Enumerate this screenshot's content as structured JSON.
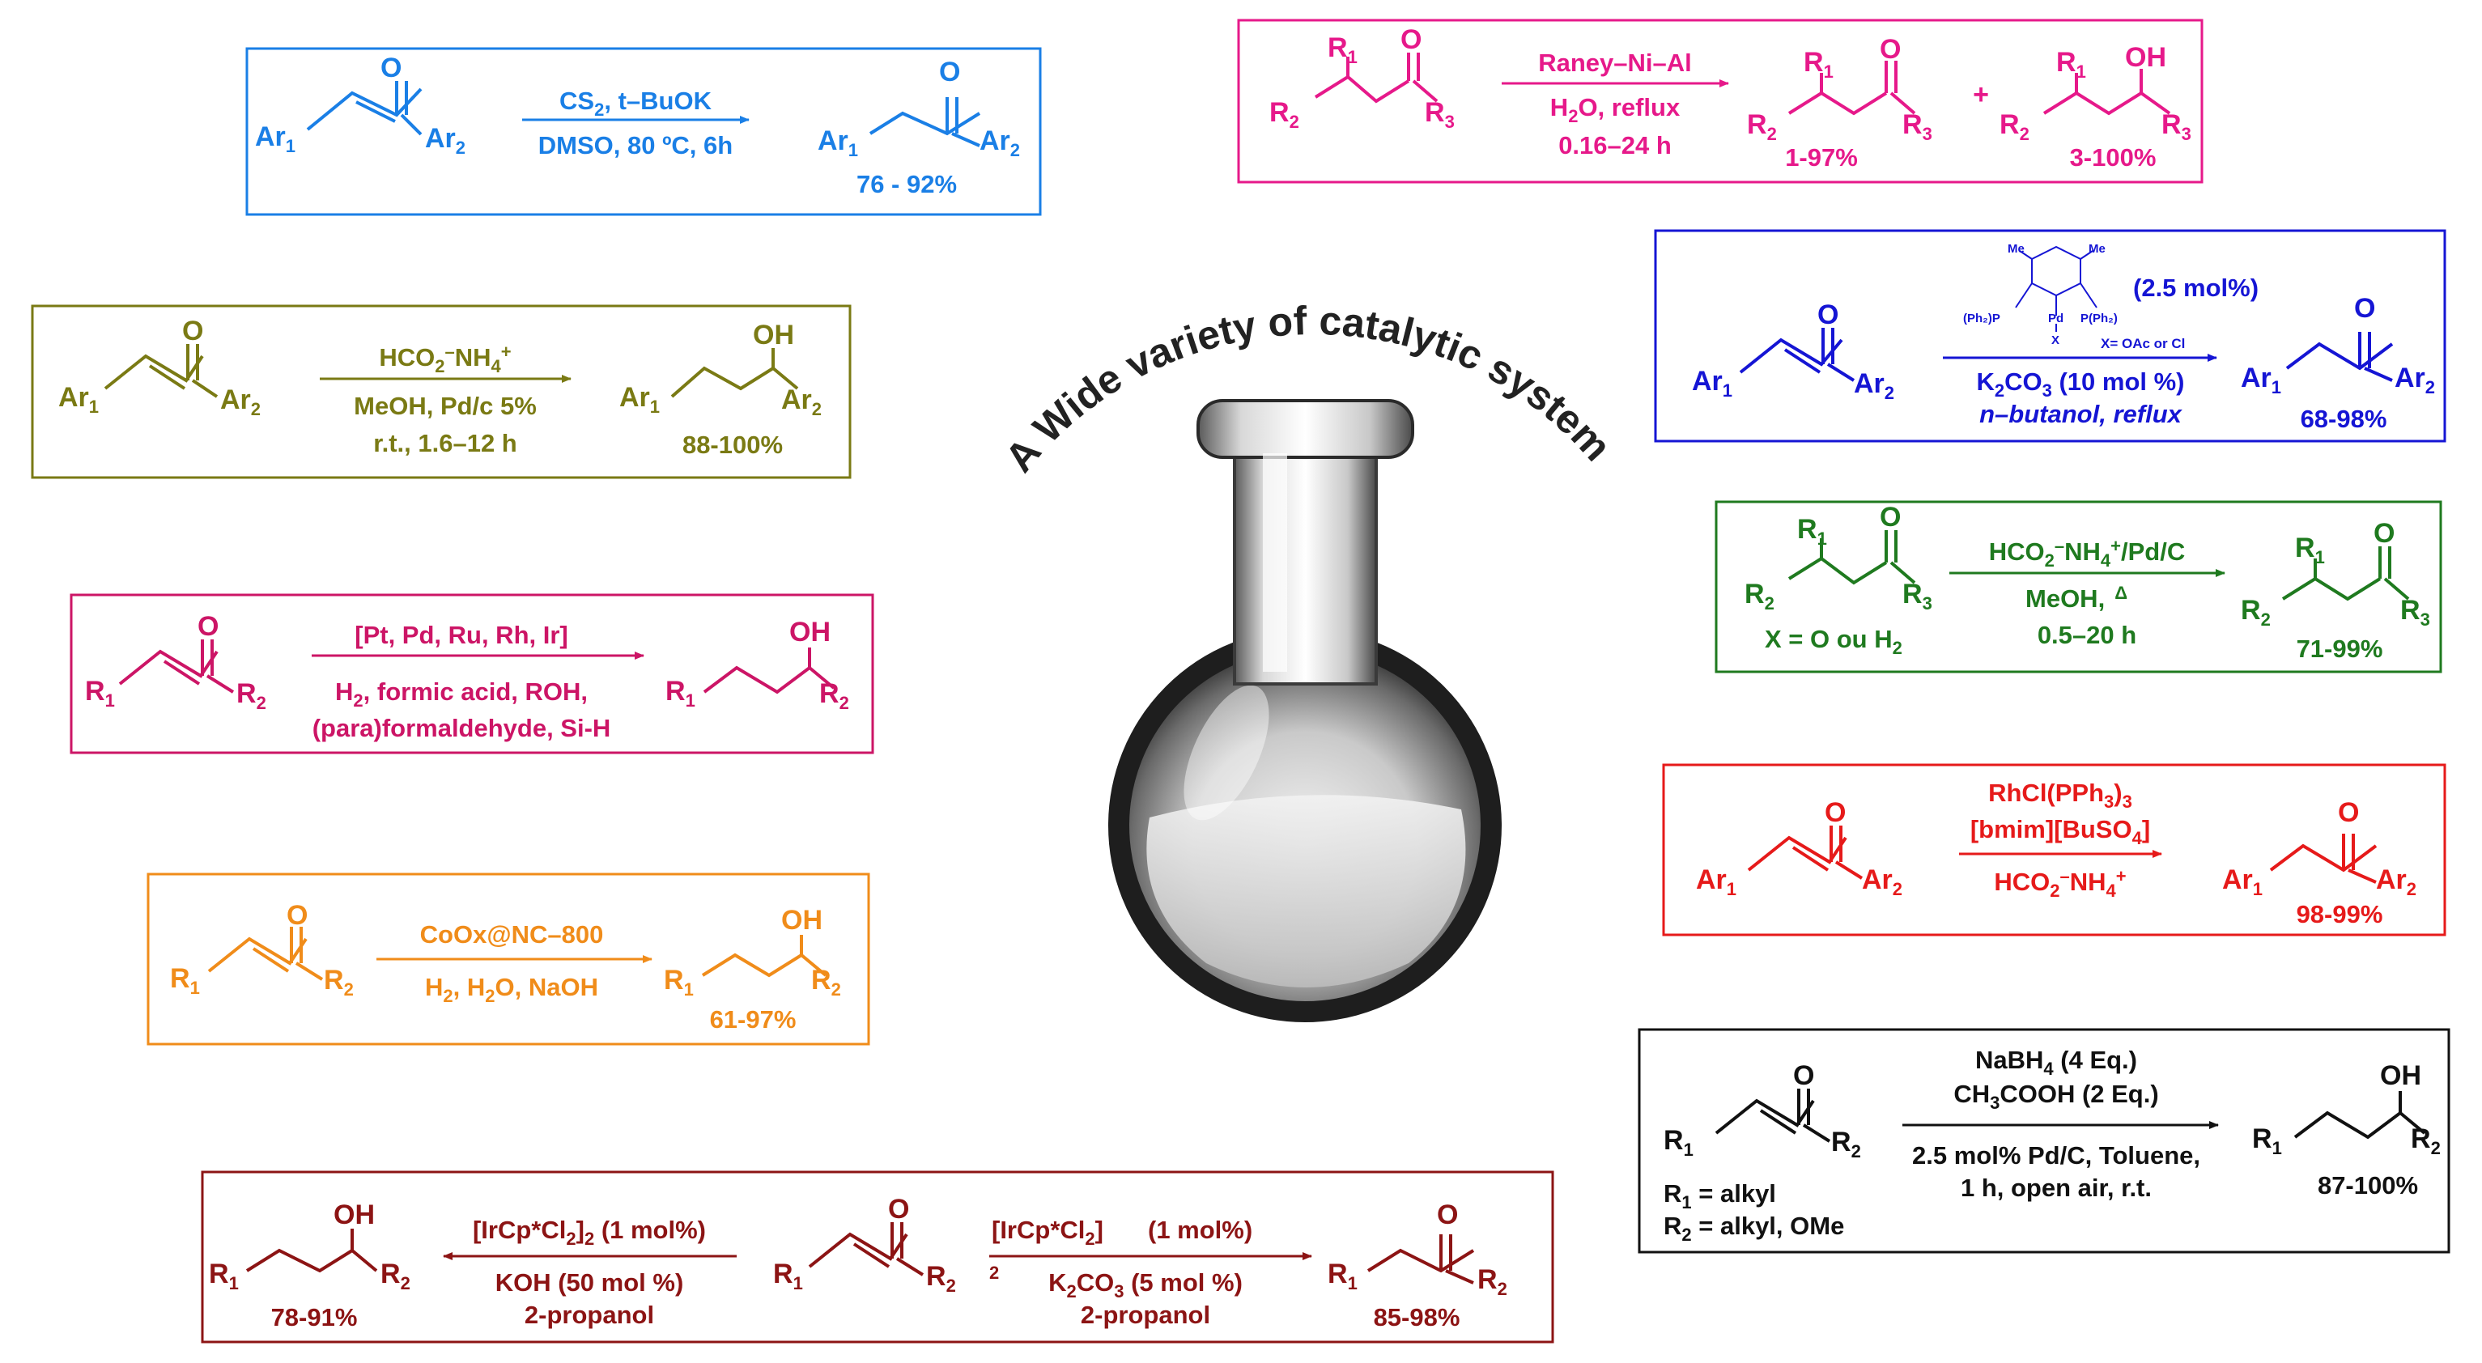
{
  "title_arc": "A Wide variety of catalytic system",
  "colors": {
    "blue": "#1a7fe6",
    "magenta": "#e6198a",
    "olive": "#7a7a14",
    "navy": "#1515d4",
    "crimson": "#cc1566",
    "green": "#1f7a1f",
    "orange": "#f08c1a",
    "red": "#e61a1a",
    "black": "#111111",
    "darkred": "#8c1414"
  },
  "lbl": {
    "Ar": "Ar",
    "R": "R",
    "O": "O",
    "OH": "OH",
    "s1": "1",
    "s2": "2",
    "s3": "3",
    "plus": "+",
    "me": "Me"
  },
  "r1": {
    "cond_top": "CS",
    "cond_top_sub": "2",
    "cond_top_rest": ", t–BuOK",
    "cond_bot": "DMSO, 80 ºC, 6h",
    "yield": "76 - 92%"
  },
  "r2": {
    "cond_top": "Raney–Ni–Al",
    "cond_bot1_a": "H",
    "cond_bot1_sub": "2",
    "cond_bot1_b": "O, reflux",
    "cond_bot2": "0.16–24 h",
    "yield_a": "1-97%",
    "yield_b": "3-100%"
  },
  "r3": {
    "cond_top_a": "HCO",
    "cond_top_sub": "2",
    "cond_top_sup": "–",
    "cond_top_b": "NH",
    "cond_top_sub2": "4",
    "cond_top_sup2": "+",
    "cond_bot1": "MeOH, Pd/c 5%",
    "cond_bot2": "r.t., 1.6–12 h",
    "yield": "88-100%"
  },
  "r4": {
    "cat_amt": "(2.5 mol%)",
    "ph_left": "(Ph₂)P",
    "pd": "Pd",
    "ph_right": "P(Ph₂)",
    "x": "X",
    "x_note": "X= OAc or Cl",
    "cond_bot1_a": "K",
    "cond_bot1_sub": "2",
    "cond_bot1_b": "CO",
    "cond_bot1_sub2": "3",
    "cond_bot1_c": " (10 mol %)",
    "cond_bot2": "n–butanol, reflux",
    "yield": "68-98%"
  },
  "r5": {
    "cond_top": "[Pt, Pd, Ru, Rh, Ir]",
    "cond_bot1_a": "H",
    "cond_bot1_sub": "2",
    "cond_bot1_b": ", formic acid, ROH,",
    "cond_bot2": "(para)formaldehyde, Si-H"
  },
  "r6": {
    "cond_top_a": "HCO",
    "cond_top_sub": "2",
    "cond_top_sup": "–",
    "cond_top_b": "NH",
    "cond_top_sub2": "4",
    "cond_top_sup2": "+",
    "cond_top_c": "/Pd/C",
    "cond_bot1": "MeOH,",
    "delta": "Δ",
    "cond_bot2": "0.5–20 h",
    "x_note": "X = O ou H",
    "x_sub": "2",
    "yield": "71-99%"
  },
  "r7": {
    "cond_top": "CoOx@NC–800",
    "cond_bot_a": "H",
    "cond_bot_sub": "2",
    "cond_bot_b": ", H",
    "cond_bot_sub2": "2",
    "cond_bot_c": "O, NaOH",
    "yield": "61-97%"
  },
  "r8": {
    "cond_top1_a": "RhCl(PPh",
    "cond_top1_sub": "3",
    "cond_top1_b": ")",
    "cond_top1_sub2": "3",
    "cond_top2_a": "[bmim][BuSO",
    "cond_top2_sub": "4",
    "cond_top2_b": "]",
    "cond_bot_a": "HCO",
    "cond_bot_sub": "2",
    "cond_bot_sup": "–",
    "cond_bot_b": "NH",
    "cond_bot_sub2": "4",
    "cond_bot_sup2": "+",
    "yield": "98-99%"
  },
  "r9": {
    "cond_top1_a": "NaBH",
    "cond_top1_sub": "4",
    "cond_top1_b": " (4 Eq.)",
    "cond_top2_a": "CH",
    "cond_top2_sub": "3",
    "cond_top2_b": "COOH (2 Eq.)",
    "cond_bot1": "2.5 mol% Pd/C, Toluene,",
    "cond_bot2": "1 h, open air, r.t.",
    "def1": " = alkyl",
    "def2": " = alkyl, OMe",
    "yield": "87-100%"
  },
  "r10": {
    "left_top_a": "[IrCp*Cl",
    "left_top_sub": "2",
    "left_top_b": "]",
    "left_top_sub2": "2",
    "left_top_c": " (1 mol%)",
    "left_bot1": "KOH (50 mol %)",
    "left_bot2": "2-propanol",
    "left_yield": "78-91%",
    "right_top_a": "[IrCp*Cl",
    "right_top_sub": "2",
    "right_top_b": "]",
    "right_top_c": "(1 mol%)",
    "right_sub_low": "2",
    "right_bot1_a": "K",
    "right_bot1_sub": "2",
    "right_bot1_b": "CO",
    "right_bot1_sub2": "3",
    "right_bot1_c": " (5 mol %)",
    "right_bot2": "2-propanol",
    "right_yield": "85-98%"
  }
}
